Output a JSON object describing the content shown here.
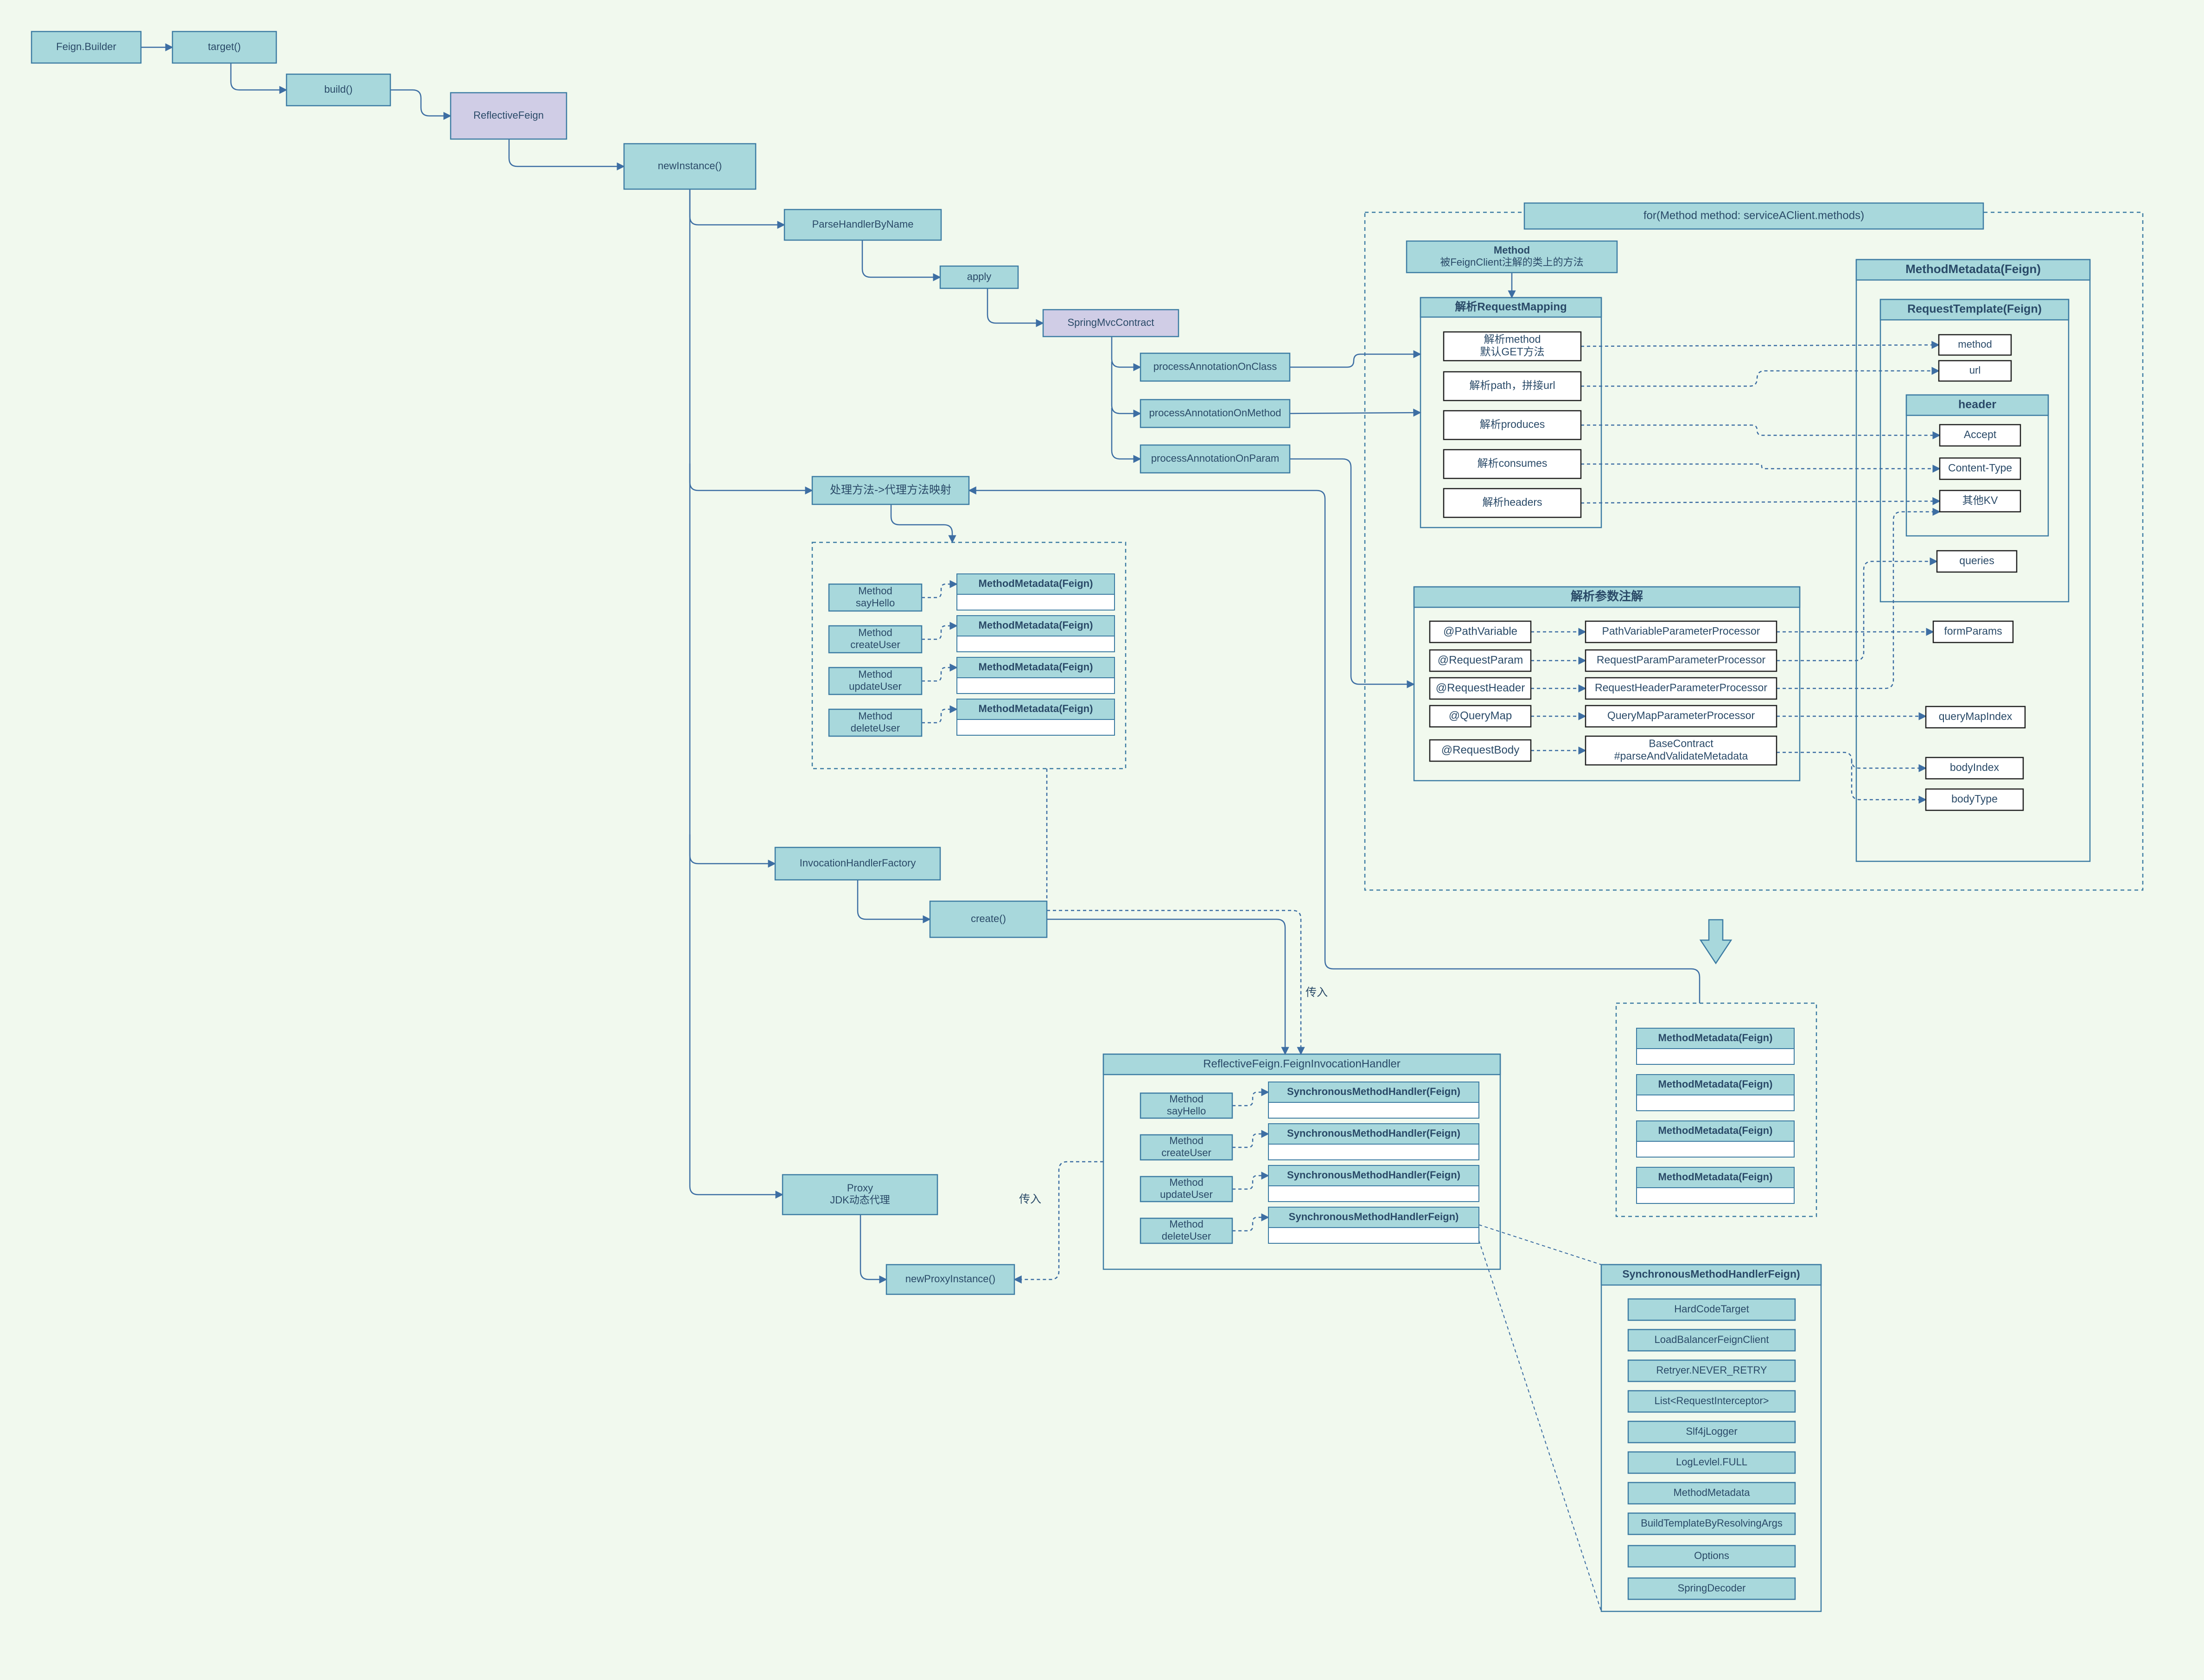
{
  "colors": {
    "background": "#f1f9ee",
    "node_fill": "#a8d8dc",
    "node_stroke": "#3d7ca3",
    "accent_fill": "#d0cde6",
    "white_fill": "#ffffff",
    "text": "#2a4a68",
    "edge": "#3d6ea3"
  },
  "chain": {
    "feign_builder": "Feign.Builder",
    "target": "target()",
    "build": "build()",
    "reflective_feign": "ReflectiveFeign",
    "new_instance": "newInstance()",
    "parse_handler": "ParseHandlerByName",
    "apply": "apply",
    "spring_mvc_contract": "SpringMvcContract",
    "process_class": "processAnnotationOnClass",
    "process_method": "processAnnotationOnMethod",
    "process_param": "processAnnotationOnParam",
    "handle_mapping": "处理方法->代理方法映射",
    "invocation_factory": "InvocationHandlerFactory",
    "create": "create()",
    "proxy": [
      "Proxy",
      "JDK动态代理"
    ],
    "new_proxy_instance": "newProxyInstance()",
    "pass_in_1": "传入",
    "pass_in_2": "传入"
  },
  "method_metadata_group": {
    "methods": [
      [
        "Method",
        "sayHello"
      ],
      [
        "Method",
        "createUser"
      ],
      [
        "Method",
        "updateUser"
      ],
      [
        "Method",
        "deleteUser"
      ]
    ],
    "metadata_label": "MethodMetadata(Feign)"
  },
  "loop_frame": {
    "title": "for(Method method: serviceAClient.methods)",
    "method_box": [
      "Method",
      "被FeignClient注解的类上的方法"
    ],
    "request_mapping": {
      "title": "解析RequestMapping",
      "items": [
        [
          "解析method",
          "默认GET方法"
        ],
        [
          "解析path，拼接url"
        ],
        [
          "解析produces"
        ],
        [
          "解析consumes"
        ],
        [
          "解析headers"
        ]
      ]
    },
    "param_annotations": {
      "title": "解析参数注解",
      "annotations": [
        "@PathVariable",
        "@RequestParam",
        "@RequestHeader",
        "@QueryMap",
        "@RequestBody"
      ],
      "processors": [
        [
          "PathVariableParameterProcessor"
        ],
        [
          "RequestParamParameterProcessor"
        ],
        [
          "RequestHeaderParameterProcessor"
        ],
        [
          "QueryMapParameterProcessor"
        ],
        [
          "BaseContract",
          "#parseAndValidateMetadata"
        ]
      ]
    },
    "method_metadata": {
      "title": "MethodMetadata(Feign)",
      "request_template": {
        "title": "RequestTemplate(Feign)",
        "method": "method",
        "url": "url",
        "header": {
          "title": "header",
          "items": [
            "Accept",
            "Content-Type",
            "其他KV"
          ]
        },
        "queries": "queries"
      },
      "fields": [
        "formParams",
        "queryMapIndex",
        "bodyIndex",
        "bodyType"
      ]
    }
  },
  "result_metadata": {
    "label": "MethodMetadata(Feign)",
    "count": 4
  },
  "invocation_handler": {
    "title": "ReflectiveFeign.FeignInvocationHandler",
    "methods": [
      [
        "Method",
        "sayHello"
      ],
      [
        "Method",
        "createUser"
      ],
      [
        "Method",
        "updateUser"
      ],
      [
        "Method",
        "deleteUser"
      ]
    ],
    "handlers": [
      "SynchronousMethodHandler(Feign)",
      "SynchronousMethodHandler(Feign)",
      "SynchronousMethodHandler(Feign)",
      "SynchronousMethodHandlerFeign)"
    ]
  },
  "sync_handler_detail": {
    "title": "SynchronousMethodHandlerFeign)",
    "items": [
      "HardCodeTarget",
      "LoadBalancerFeignClient",
      "Retryer.NEVER_RETRY",
      "List<RequestInterceptor>",
      "Slf4jLogger",
      "LogLevlel.FULL",
      "MethodMetadata",
      "BuildTemplateByResolvingArgs",
      "Options",
      "SpringDecoder"
    ]
  }
}
